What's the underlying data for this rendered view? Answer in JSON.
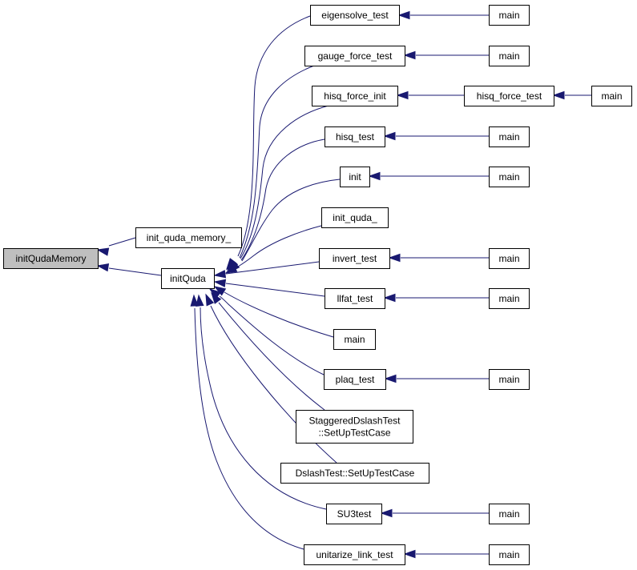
{
  "graph": {
    "nodes": [
      {
        "id": "n_initQudaMemory",
        "lines": [
          "initQudaMemory"
        ],
        "root": true
      },
      {
        "id": "n_init_quda_memory_",
        "lines": [
          "init_quda_memory_"
        ]
      },
      {
        "id": "n_initQuda",
        "lines": [
          "initQuda"
        ]
      },
      {
        "id": "n_eigensolve_test",
        "lines": [
          "eigensolve_test"
        ]
      },
      {
        "id": "n_gauge_force_test",
        "lines": [
          "gauge_force_test"
        ]
      },
      {
        "id": "n_hisq_force_init",
        "lines": [
          "hisq_force_init"
        ]
      },
      {
        "id": "n_hisq_test",
        "lines": [
          "hisq_test"
        ]
      },
      {
        "id": "n_init",
        "lines": [
          "init"
        ]
      },
      {
        "id": "n_init_quda_",
        "lines": [
          "init_quda_"
        ]
      },
      {
        "id": "n_invert_test",
        "lines": [
          "invert_test"
        ]
      },
      {
        "id": "n_llfat_test",
        "lines": [
          "llfat_test"
        ]
      },
      {
        "id": "n_main_direct",
        "lines": [
          "main"
        ]
      },
      {
        "id": "n_plaq_test",
        "lines": [
          "plaq_test"
        ]
      },
      {
        "id": "n_staggered",
        "lines": [
          "StaggeredDslashTest",
          "::SetUpTestCase"
        ]
      },
      {
        "id": "n_dslash",
        "lines": [
          "DslashTest::SetUpTestCase"
        ]
      },
      {
        "id": "n_SU3test",
        "lines": [
          "SU3test"
        ]
      },
      {
        "id": "n_unitarize",
        "lines": [
          "unitarize_link_test"
        ]
      },
      {
        "id": "n_hisq_force_test",
        "lines": [
          "hisq_force_test"
        ]
      },
      {
        "id": "n_main_eig",
        "lines": [
          "main"
        ]
      },
      {
        "id": "n_main_gauge",
        "lines": [
          "main"
        ]
      },
      {
        "id": "n_main_hft",
        "lines": [
          "main"
        ]
      },
      {
        "id": "n_main_hisq",
        "lines": [
          "main"
        ]
      },
      {
        "id": "n_main_init",
        "lines": [
          "main"
        ]
      },
      {
        "id": "n_main_invert",
        "lines": [
          "main"
        ]
      },
      {
        "id": "n_main_llfat",
        "lines": [
          "main"
        ]
      },
      {
        "id": "n_main_plaq",
        "lines": [
          "main"
        ]
      },
      {
        "id": "n_main_su3",
        "lines": [
          "main"
        ]
      },
      {
        "id": "n_main_unit",
        "lines": [
          "main"
        ]
      }
    ],
    "edges": [
      {
        "from": "n_init_quda_memory_",
        "to": "n_initQudaMemory"
      },
      {
        "from": "n_initQuda",
        "to": "n_initQudaMemory"
      },
      {
        "from": "n_eigensolve_test",
        "to": "n_initQuda"
      },
      {
        "from": "n_gauge_force_test",
        "to": "n_initQuda"
      },
      {
        "from": "n_hisq_force_init",
        "to": "n_initQuda"
      },
      {
        "from": "n_hisq_test",
        "to": "n_initQuda"
      },
      {
        "from": "n_init",
        "to": "n_initQuda"
      },
      {
        "from": "n_init_quda_",
        "to": "n_initQuda"
      },
      {
        "from": "n_invert_test",
        "to": "n_initQuda"
      },
      {
        "from": "n_llfat_test",
        "to": "n_initQuda"
      },
      {
        "from": "n_main_direct",
        "to": "n_initQuda"
      },
      {
        "from": "n_plaq_test",
        "to": "n_initQuda"
      },
      {
        "from": "n_staggered",
        "to": "n_initQuda"
      },
      {
        "from": "n_dslash",
        "to": "n_initQuda"
      },
      {
        "from": "n_SU3test",
        "to": "n_initQuda"
      },
      {
        "from": "n_unitarize",
        "to": "n_initQuda"
      },
      {
        "from": "n_main_eig",
        "to": "n_eigensolve_test"
      },
      {
        "from": "n_main_gauge",
        "to": "n_gauge_force_test"
      },
      {
        "from": "n_hisq_force_test",
        "to": "n_hisq_force_init"
      },
      {
        "from": "n_main_hft",
        "to": "n_hisq_force_test"
      },
      {
        "from": "n_main_hisq",
        "to": "n_hisq_test"
      },
      {
        "from": "n_main_init",
        "to": "n_init"
      },
      {
        "from": "n_main_invert",
        "to": "n_invert_test"
      },
      {
        "from": "n_main_llfat",
        "to": "n_llfat_test"
      },
      {
        "from": "n_main_plaq",
        "to": "n_plaq_test"
      },
      {
        "from": "n_main_su3",
        "to": "n_SU3test"
      },
      {
        "from": "n_main_unit",
        "to": "n_unitarize"
      }
    ],
    "colors": {
      "edge": "#191970",
      "root_fill": "#bfbfbf",
      "node_fill": "#ffffff",
      "node_border": "#000000"
    }
  }
}
